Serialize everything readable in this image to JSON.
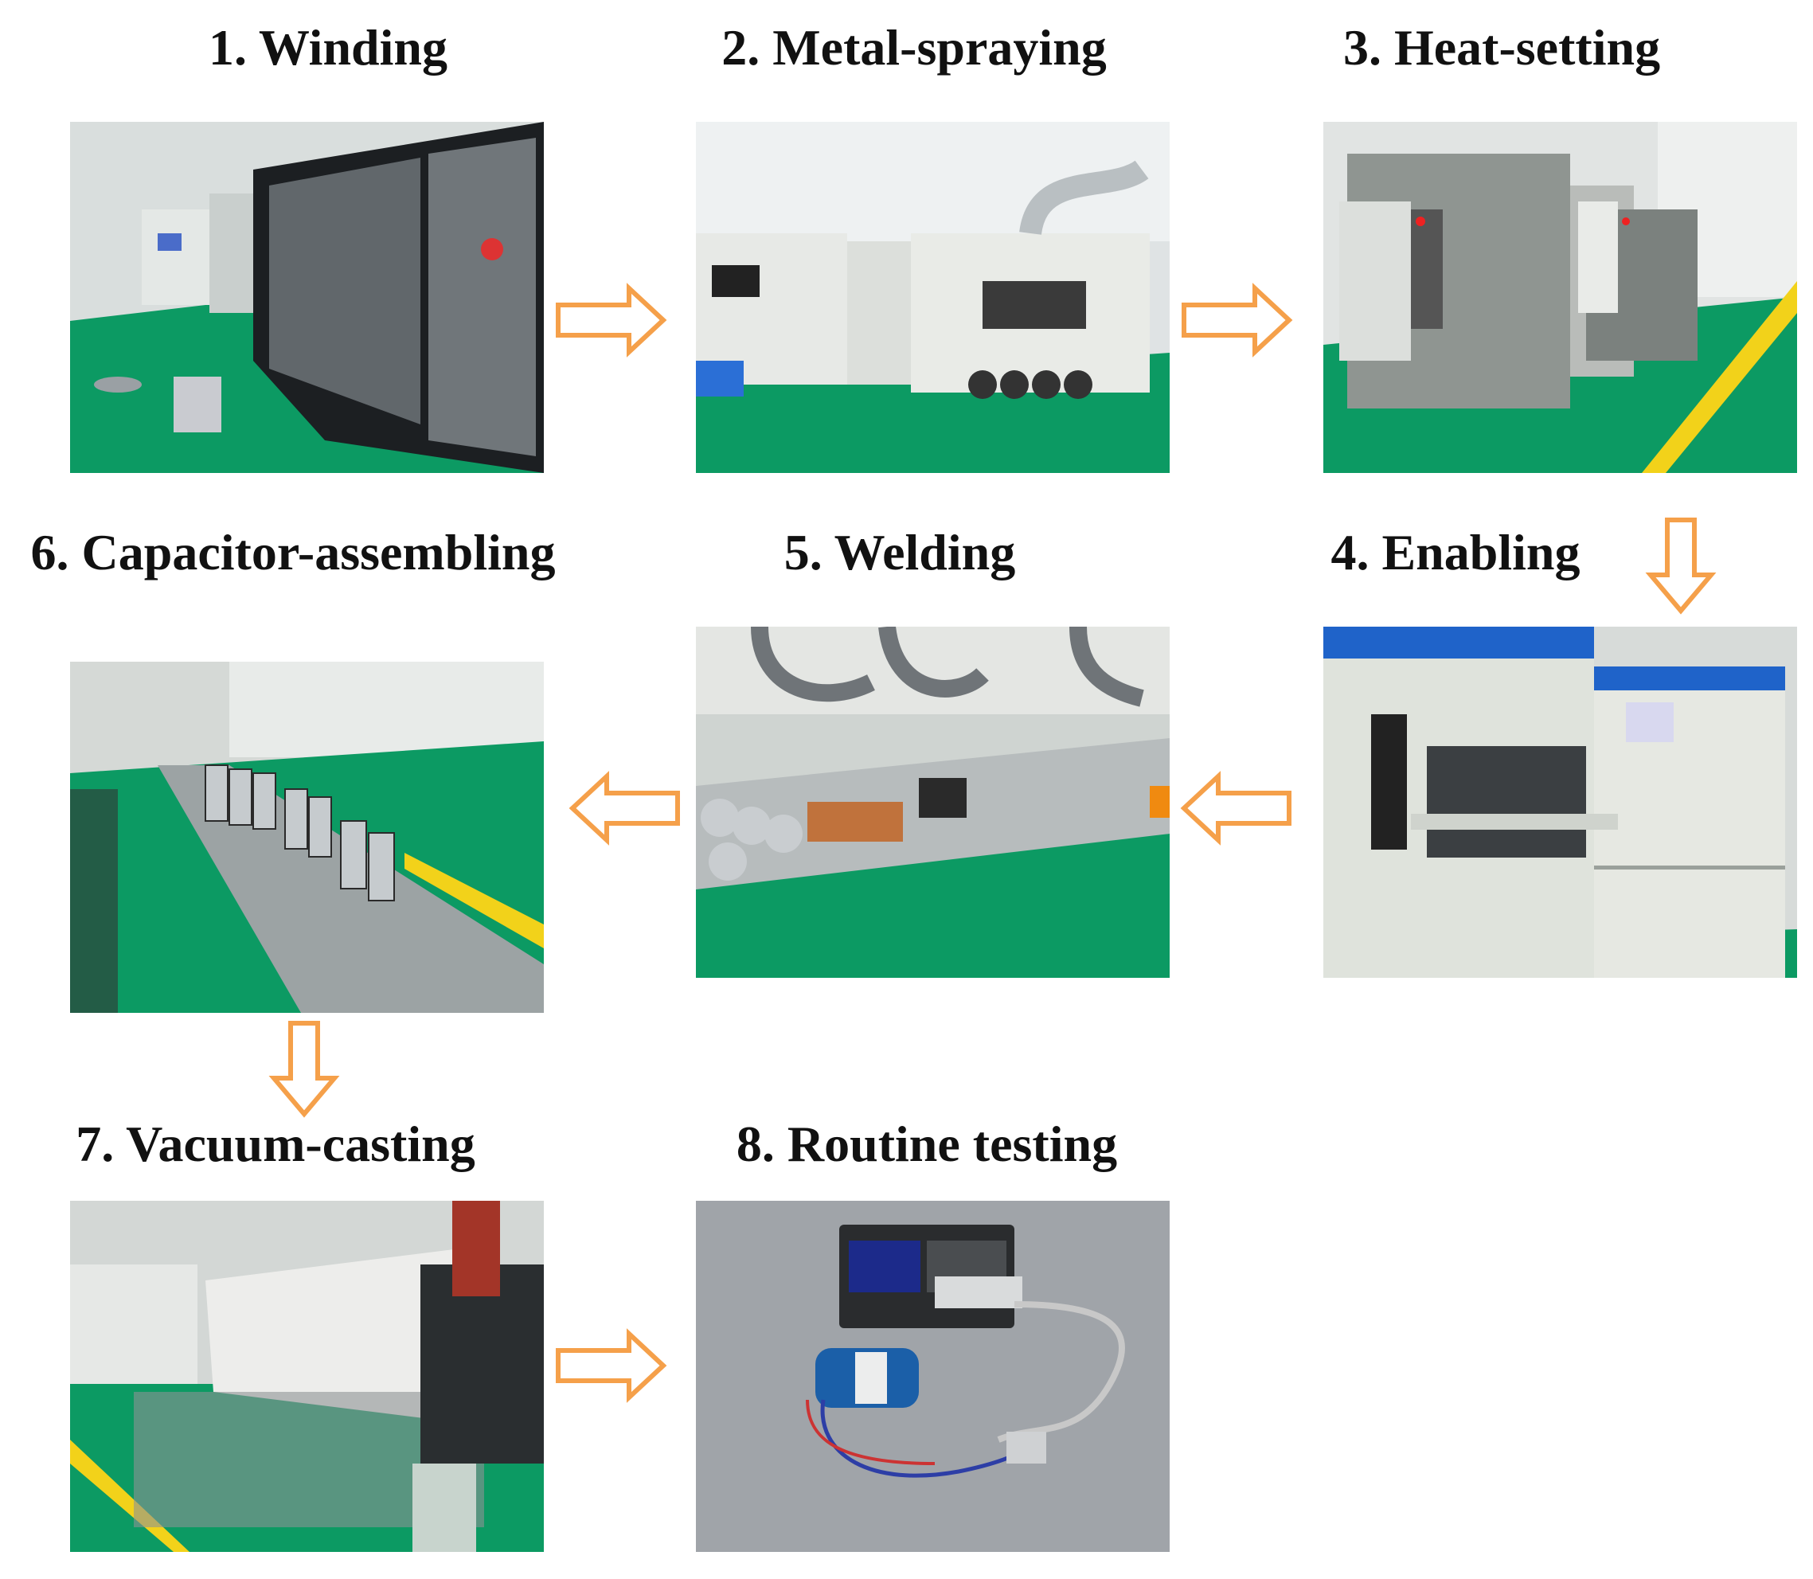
{
  "steps": [
    {
      "label": "1. Winding"
    },
    {
      "label": "2. Metal-spraying"
    },
    {
      "label": "3. Heat-setting"
    },
    {
      "label": "4. Enabling"
    },
    {
      "label": "5. Welding"
    },
    {
      "label": "6. Capacitor-assembling"
    },
    {
      "label": "7. Vacuum-casting"
    },
    {
      "label": "8. Routine testing"
    }
  ],
  "colors": {
    "arrow": "#f5a04a",
    "floor": "#0c9a63",
    "machine": "#e3e6e2",
    "stripe": "#f2d21a"
  }
}
